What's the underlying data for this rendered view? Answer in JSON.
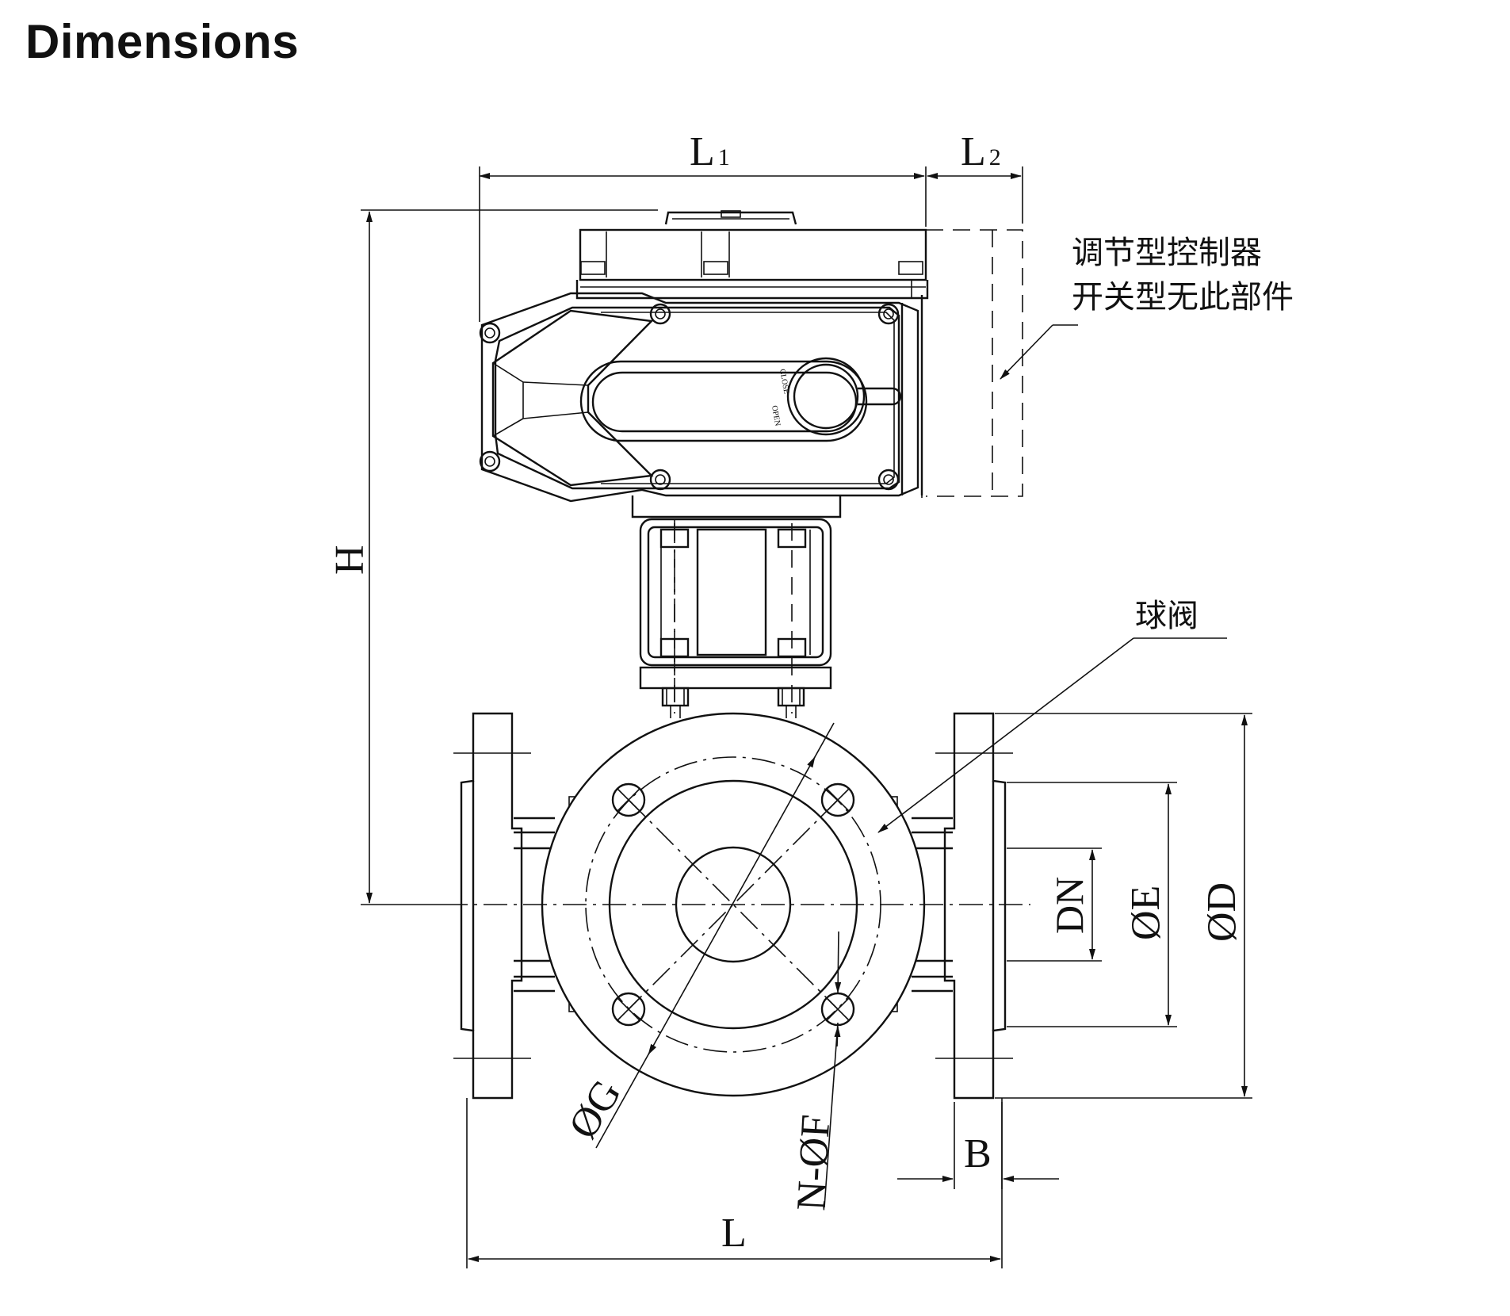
{
  "title": "Dimensions",
  "notes": {
    "controller_line1": "调节型控制器",
    "controller_line2": "开关型无此部件",
    "ball_valve": "球阀"
  },
  "dimensions": {
    "L1": "L",
    "L1_sub": "1",
    "L2": "L",
    "L2_sub": "2",
    "H": "H",
    "L": "L",
    "B": "B",
    "DN": "DN",
    "E": "ØE",
    "D": "ØD",
    "G": "ØG",
    "NF": "N-ØF"
  },
  "actuator": {
    "close": "CLOSE",
    "open": "OPEN"
  },
  "colors": {
    "line": "#111111",
    "background": "#ffffff"
  }
}
